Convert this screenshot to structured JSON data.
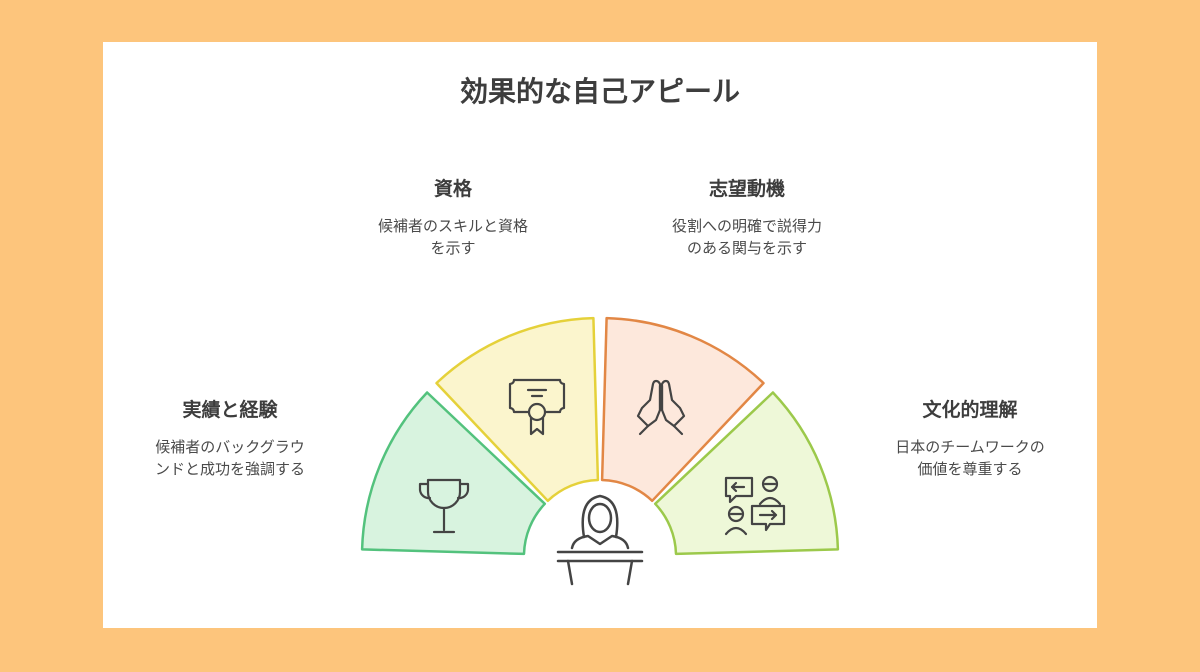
{
  "title": "効果的な自己アピール",
  "segments": [
    {
      "heading": "実績と経験",
      "desc_line1": "候補者のバックグラウ",
      "desc_line2": "ンドと成功を強調する",
      "icon": "trophy-icon",
      "fill": "#d8f3df",
      "stroke": "#53c27d"
    },
    {
      "heading": "資格",
      "desc_line1": "候補者のスキルと資格",
      "desc_line2": "を示す",
      "icon": "certificate-icon",
      "fill": "#fbf5cd",
      "stroke": "#e5d13a"
    },
    {
      "heading": "志望動機",
      "desc_line1": "役割への明確で説得力",
      "desc_line2": "のある関与を示す",
      "icon": "praying-hands-icon",
      "fill": "#fde8dc",
      "stroke": "#e28745"
    },
    {
      "heading": "文化的理解",
      "desc_line1": "日本のチームワークの",
      "desc_line2": "価値を尊重する",
      "icon": "conversation-icon",
      "fill": "#eef8d8",
      "stroke": "#9cc94b"
    }
  ],
  "center_icon": "speaker-at-podium-icon",
  "colors": {
    "background": "#fdc57c",
    "card": "#ffffff",
    "icon_stroke": "#444444"
  }
}
